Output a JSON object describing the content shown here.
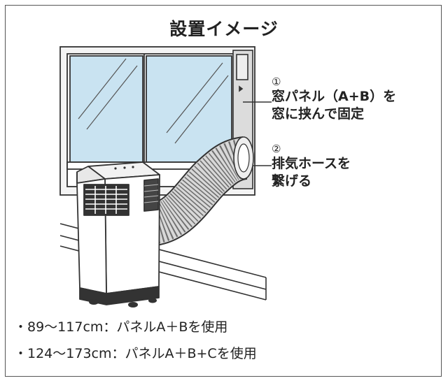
{
  "title": "設置イメージ",
  "callouts": [
    {
      "number": "①",
      "lines": [
        "窓パネル（A+B）を",
        "窓に挟んで固定"
      ]
    },
    {
      "number": "②",
      "lines": [
        "排気ホースを",
        "繋げる"
      ]
    }
  ],
  "notes": [
    "・89〜117cm：パネルA＋Bを使用",
    "・124〜173cm：パネルA＋B+Cを使用"
  ],
  "colors": {
    "glass": "#c9e3f1",
    "panel": "#dcdcdc",
    "line": "#333333",
    "unit": "#ffffff"
  }
}
